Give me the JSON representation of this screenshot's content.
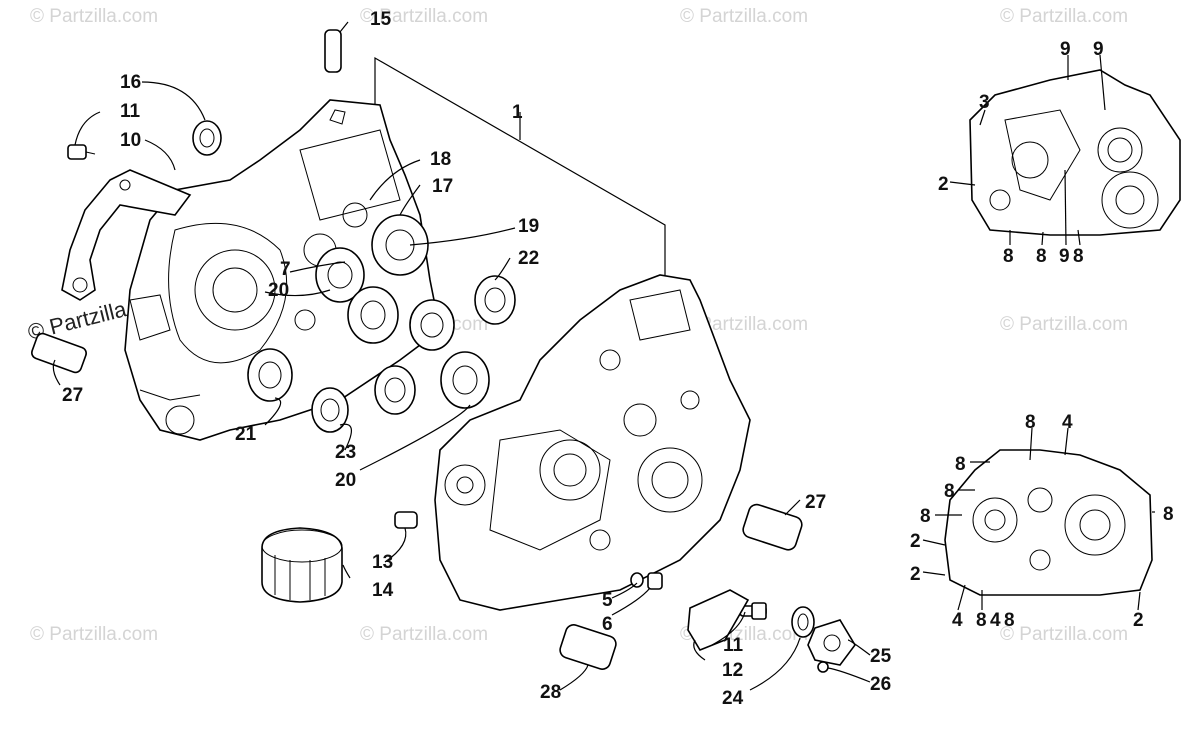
{
  "watermarks": [
    "© Partzilla.com"
  ],
  "callouts": [
    "1",
    "2",
    "3",
    "4",
    "5",
    "6",
    "7",
    "8",
    "9",
    "10",
    "11",
    "12",
    "13",
    "14",
    "15",
    "16",
    "17",
    "18",
    "19",
    "20",
    "21",
    "22",
    "23",
    "24",
    "25",
    "26",
    "27",
    "28"
  ]
}
